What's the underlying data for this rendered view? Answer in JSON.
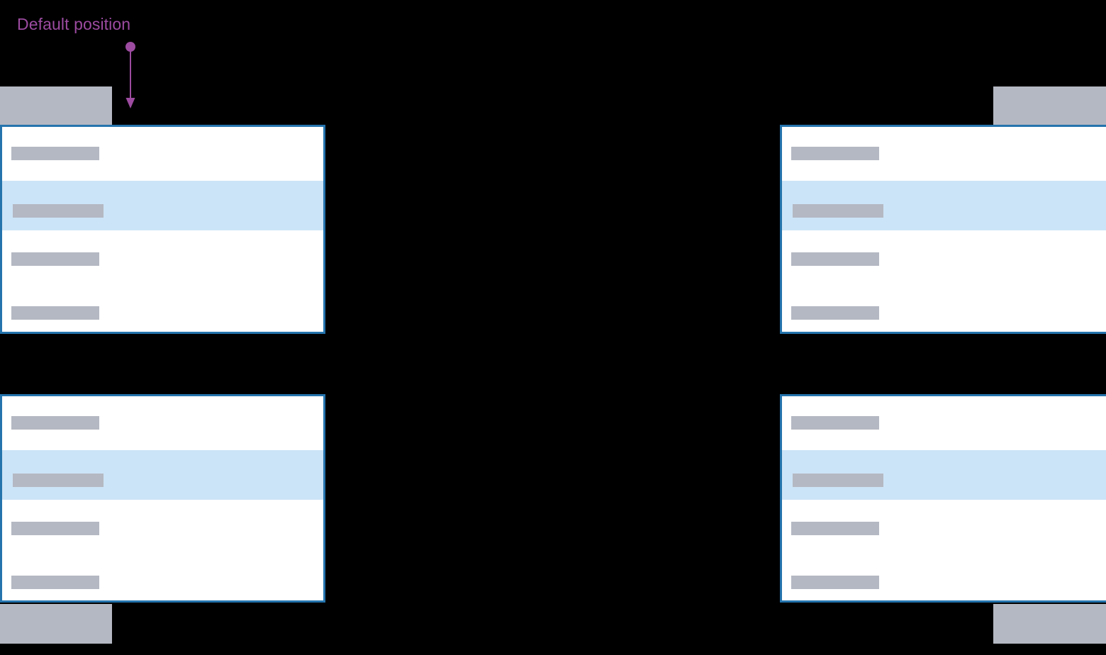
{
  "annotation": {
    "label": "Default position",
    "pointer_icon": "down-arrow-with-dot-icon",
    "color": "#9c4ba0"
  },
  "theme": {
    "background": "#000000",
    "panel_background": "#ffffff",
    "panel_border": "#2574ad",
    "row_selected_background": "#cce4f7",
    "placeholder_bar": "#b4b8c2",
    "annotation_accent": "#9c4ba0"
  },
  "quadrants": [
    {
      "id": "top-left",
      "name": "top-left-example",
      "trigger": {
        "name": "anchor-control-top-left",
        "position": "above-panel",
        "align": "left"
      },
      "panel": {
        "name": "flyout-panel-top-left",
        "opens": "down",
        "rows": [
          {
            "name": "menu-item",
            "selected": false,
            "bar": "placeholder-bar"
          },
          {
            "name": "menu-item",
            "selected": true,
            "bar": "placeholder-bar"
          },
          {
            "name": "menu-item",
            "selected": false,
            "bar": "placeholder-bar"
          },
          {
            "name": "menu-item",
            "selected": false,
            "bar": "placeholder-bar"
          }
        ]
      }
    },
    {
      "id": "top-right",
      "name": "top-right-example",
      "trigger": {
        "name": "anchor-control-top-right",
        "position": "above-panel",
        "align": "right"
      },
      "panel": {
        "name": "flyout-panel-top-right",
        "opens": "down",
        "rows": [
          {
            "name": "menu-item",
            "selected": false,
            "bar": "placeholder-bar"
          },
          {
            "name": "menu-item",
            "selected": true,
            "bar": "placeholder-bar"
          },
          {
            "name": "menu-item",
            "selected": false,
            "bar": "placeholder-bar"
          },
          {
            "name": "menu-item",
            "selected": false,
            "bar": "placeholder-bar"
          }
        ]
      }
    },
    {
      "id": "bottom-left",
      "name": "bottom-left-example",
      "trigger": {
        "name": "anchor-control-bottom-left",
        "position": "below-panel",
        "align": "left"
      },
      "panel": {
        "name": "flyout-panel-bottom-left",
        "opens": "up",
        "rows": [
          {
            "name": "menu-item",
            "selected": false,
            "bar": "placeholder-bar"
          },
          {
            "name": "menu-item",
            "selected": true,
            "bar": "placeholder-bar"
          },
          {
            "name": "menu-item",
            "selected": false,
            "bar": "placeholder-bar"
          },
          {
            "name": "menu-item",
            "selected": false,
            "bar": "placeholder-bar"
          }
        ]
      }
    },
    {
      "id": "bottom-right",
      "name": "bottom-right-example",
      "trigger": {
        "name": "anchor-control-bottom-right",
        "position": "below-panel",
        "align": "right"
      },
      "panel": {
        "name": "flyout-panel-bottom-right",
        "opens": "up",
        "rows": [
          {
            "name": "menu-item",
            "selected": false,
            "bar": "placeholder-bar"
          },
          {
            "name": "menu-item",
            "selected": true,
            "bar": "placeholder-bar"
          },
          {
            "name": "menu-item",
            "selected": false,
            "bar": "placeholder-bar"
          },
          {
            "name": "menu-item",
            "selected": false,
            "bar": "placeholder-bar"
          }
        ]
      }
    }
  ]
}
